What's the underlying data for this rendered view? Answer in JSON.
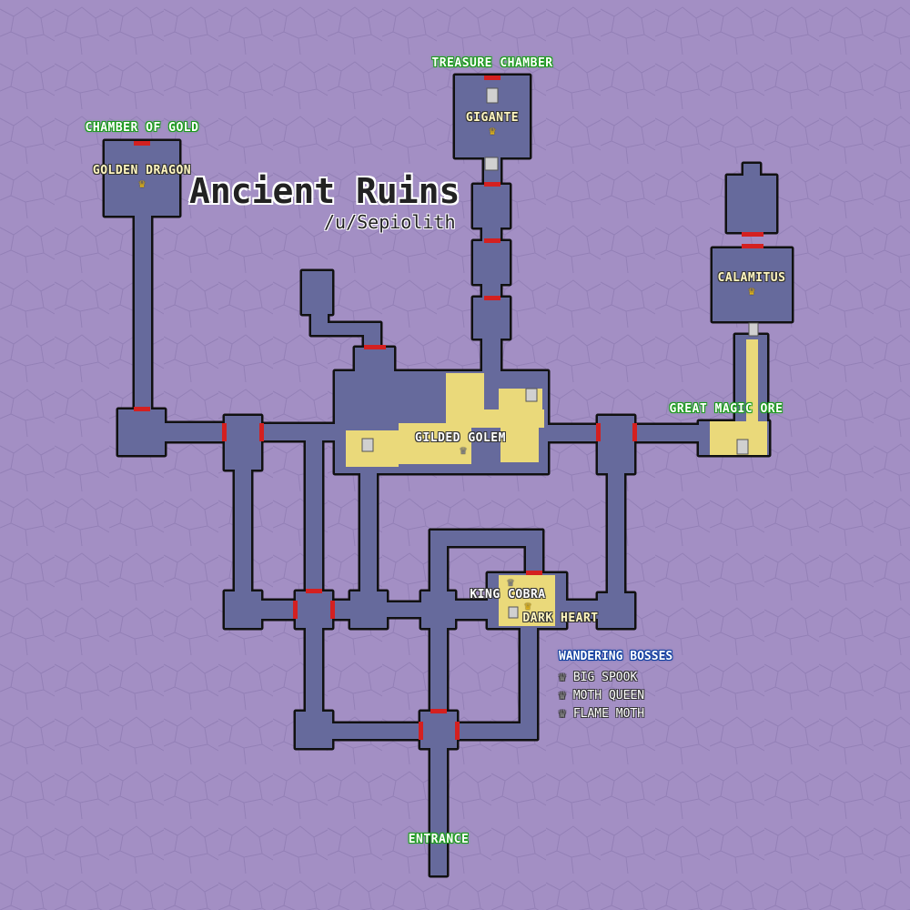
{
  "title": "Ancient Ruins",
  "author": "/u/Sepiolith",
  "colors": {
    "background": "#a38fc4",
    "room": "#666a9c",
    "treasure": "#ead97a",
    "door": "#d42020",
    "outline": "#111111"
  },
  "areas": {
    "treasure_chamber": "TREASURE CHAMBER",
    "chamber_of_gold": "CHAMBER OF GOLD",
    "great_magic_ore": "GREAT MAGIC ORE",
    "entrance": "ENTRANCE"
  },
  "bosses": {
    "gigante": "GIGANTE",
    "golden_dragon": "GOLDEN DRAGON",
    "calamitus": "CALAMITUS",
    "dark_heart": "DARK HEART",
    "gilded_golem": "GILDED GOLEM",
    "king_cobra": "KING COBRA"
  },
  "crown_icon": "♛",
  "wandering": {
    "heading": "WANDERING BOSSES",
    "items": [
      "BIG SPOOK",
      "MOTH QUEEN",
      "FLAME MOTH"
    ]
  }
}
